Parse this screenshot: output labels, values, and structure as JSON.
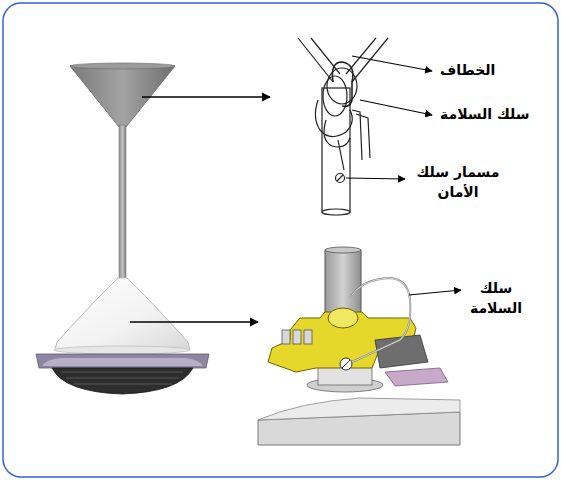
{
  "diagram": {
    "labels": [
      "الخطاف",
      "سلك السلامة",
      "مسمار سلك الأمان",
      "سلك السلامة"
    ]
  }
}
